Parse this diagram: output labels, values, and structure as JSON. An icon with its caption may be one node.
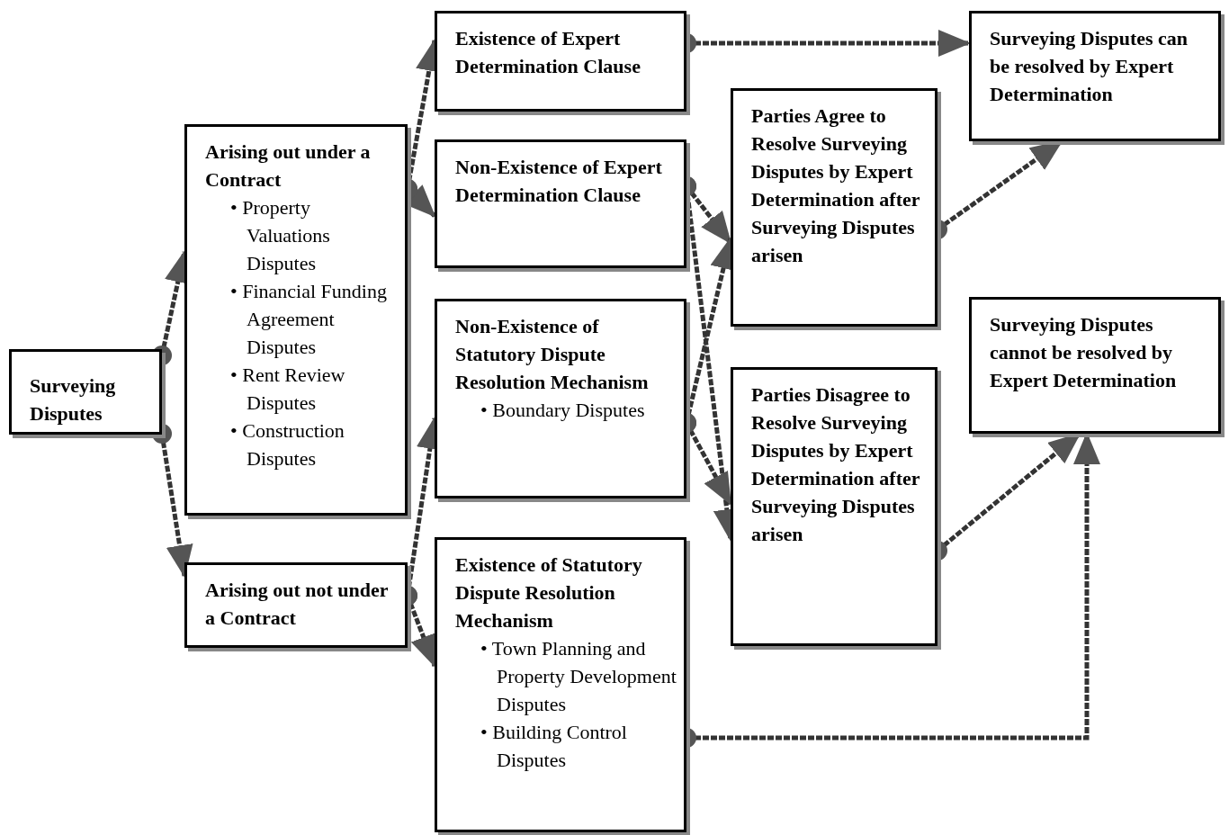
{
  "diagram": {
    "nodes": [
      {
        "text": [
          "Surveying Disputes"
        ]
      },
      {
        "text": [
          "Arising out under a Contract",
          "• Property Valuations Disputes",
          "• Financial Funding Agreement Disputes",
          "• Rent Review Disputes",
          "• Construction Disputes"
        ]
      },
      {
        "text": [
          "Arising out not under a Contract"
        ]
      },
      {
        "text": [
          "Existence of Expert Determination Clause"
        ]
      },
      {
        "text": [
          "Non-Existence of Expert Determination Clause"
        ]
      },
      {
        "text": [
          "Non-Existence of Statutory Dispute Resolution Mechanism",
          "• Boundary Disputes"
        ]
      },
      {
        "text": [
          "Existence of Statutory Dispute Resolution Mechanism",
          "• Town Planning and Property Development Disputes",
          "• Building Control Disputes"
        ]
      },
      {
        "text": [
          "Parties Agree to Resolve Surveying Disputes by Expert Determination after Surveying Disputes arisen"
        ]
      },
      {
        "text": [
          "Parties Disagree to Resolve Surveying Disputes by Expert Determination after Surveying Disputes arisen"
        ]
      },
      {
        "text": [
          "Surveying Disputes can be resolved by Expert Determination"
        ]
      },
      {
        "text": [
          "Surveying Disputes cannot be resolved by Expert Determination"
        ]
      }
    ],
    "edges": [
      {
        "from": 0,
        "to": 1,
        "arrow": "to"
      },
      {
        "from": 0,
        "to": 2,
        "arrow": "to"
      },
      {
        "from": 1,
        "to": 3,
        "arrow": "to"
      },
      {
        "from": 1,
        "to": 4,
        "arrow": "to"
      },
      {
        "from": 2,
        "to": 5,
        "arrow": "to"
      },
      {
        "from": 2,
        "to": 6,
        "arrow": "to"
      },
      {
        "from": 3,
        "to": 9,
        "arrow": "to"
      },
      {
        "from": 4,
        "to": 7,
        "arrow": "to"
      },
      {
        "from": 4,
        "to": 8,
        "arrow": "to"
      },
      {
        "from": 5,
        "to": 7,
        "arrow": "to"
      },
      {
        "from": 5,
        "to": 8,
        "arrow": "to"
      },
      {
        "from": 7,
        "to": 9,
        "arrow": "to"
      },
      {
        "from": 8,
        "to": 10,
        "arrow": "to"
      },
      {
        "from": 6,
        "to": 10,
        "arrow": "to"
      }
    ]
  }
}
